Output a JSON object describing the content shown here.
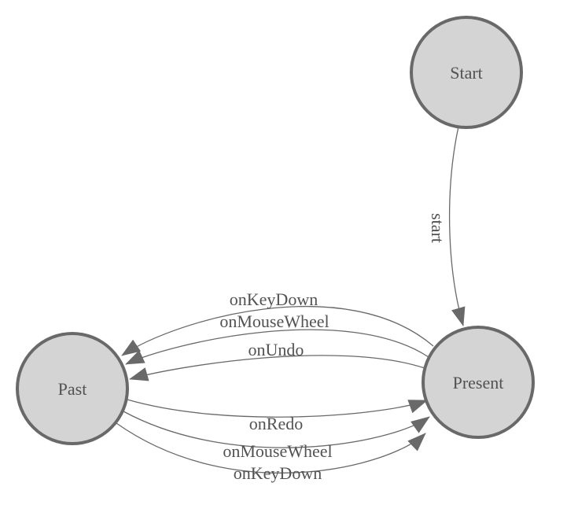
{
  "diagram": {
    "type": "state-machine",
    "colors": {
      "background": "#ffffff",
      "node_fill": "#d4d4d4",
      "node_stroke": "#696969",
      "edge_line": "#696969",
      "arrowhead": "#696969",
      "label_text": "#525252"
    },
    "nodes": [
      {
        "id": "start",
        "label": "Start"
      },
      {
        "id": "present",
        "label": "Present"
      },
      {
        "id": "past",
        "label": "Past"
      }
    ],
    "edges": [
      {
        "from": "Start",
        "to": "Present",
        "label": "start"
      },
      {
        "from": "Present",
        "to": "Past",
        "label": "onKeyDown"
      },
      {
        "from": "Present",
        "to": "Past",
        "label": "onMouseWheel"
      },
      {
        "from": "Present",
        "to": "Past",
        "label": "onUndo"
      },
      {
        "from": "Past",
        "to": "Present",
        "label": "onRedo"
      },
      {
        "from": "Past",
        "to": "Present",
        "label": "onMouseWheel"
      },
      {
        "from": "Past",
        "to": "Present",
        "label": "onKeyDown"
      }
    ]
  }
}
